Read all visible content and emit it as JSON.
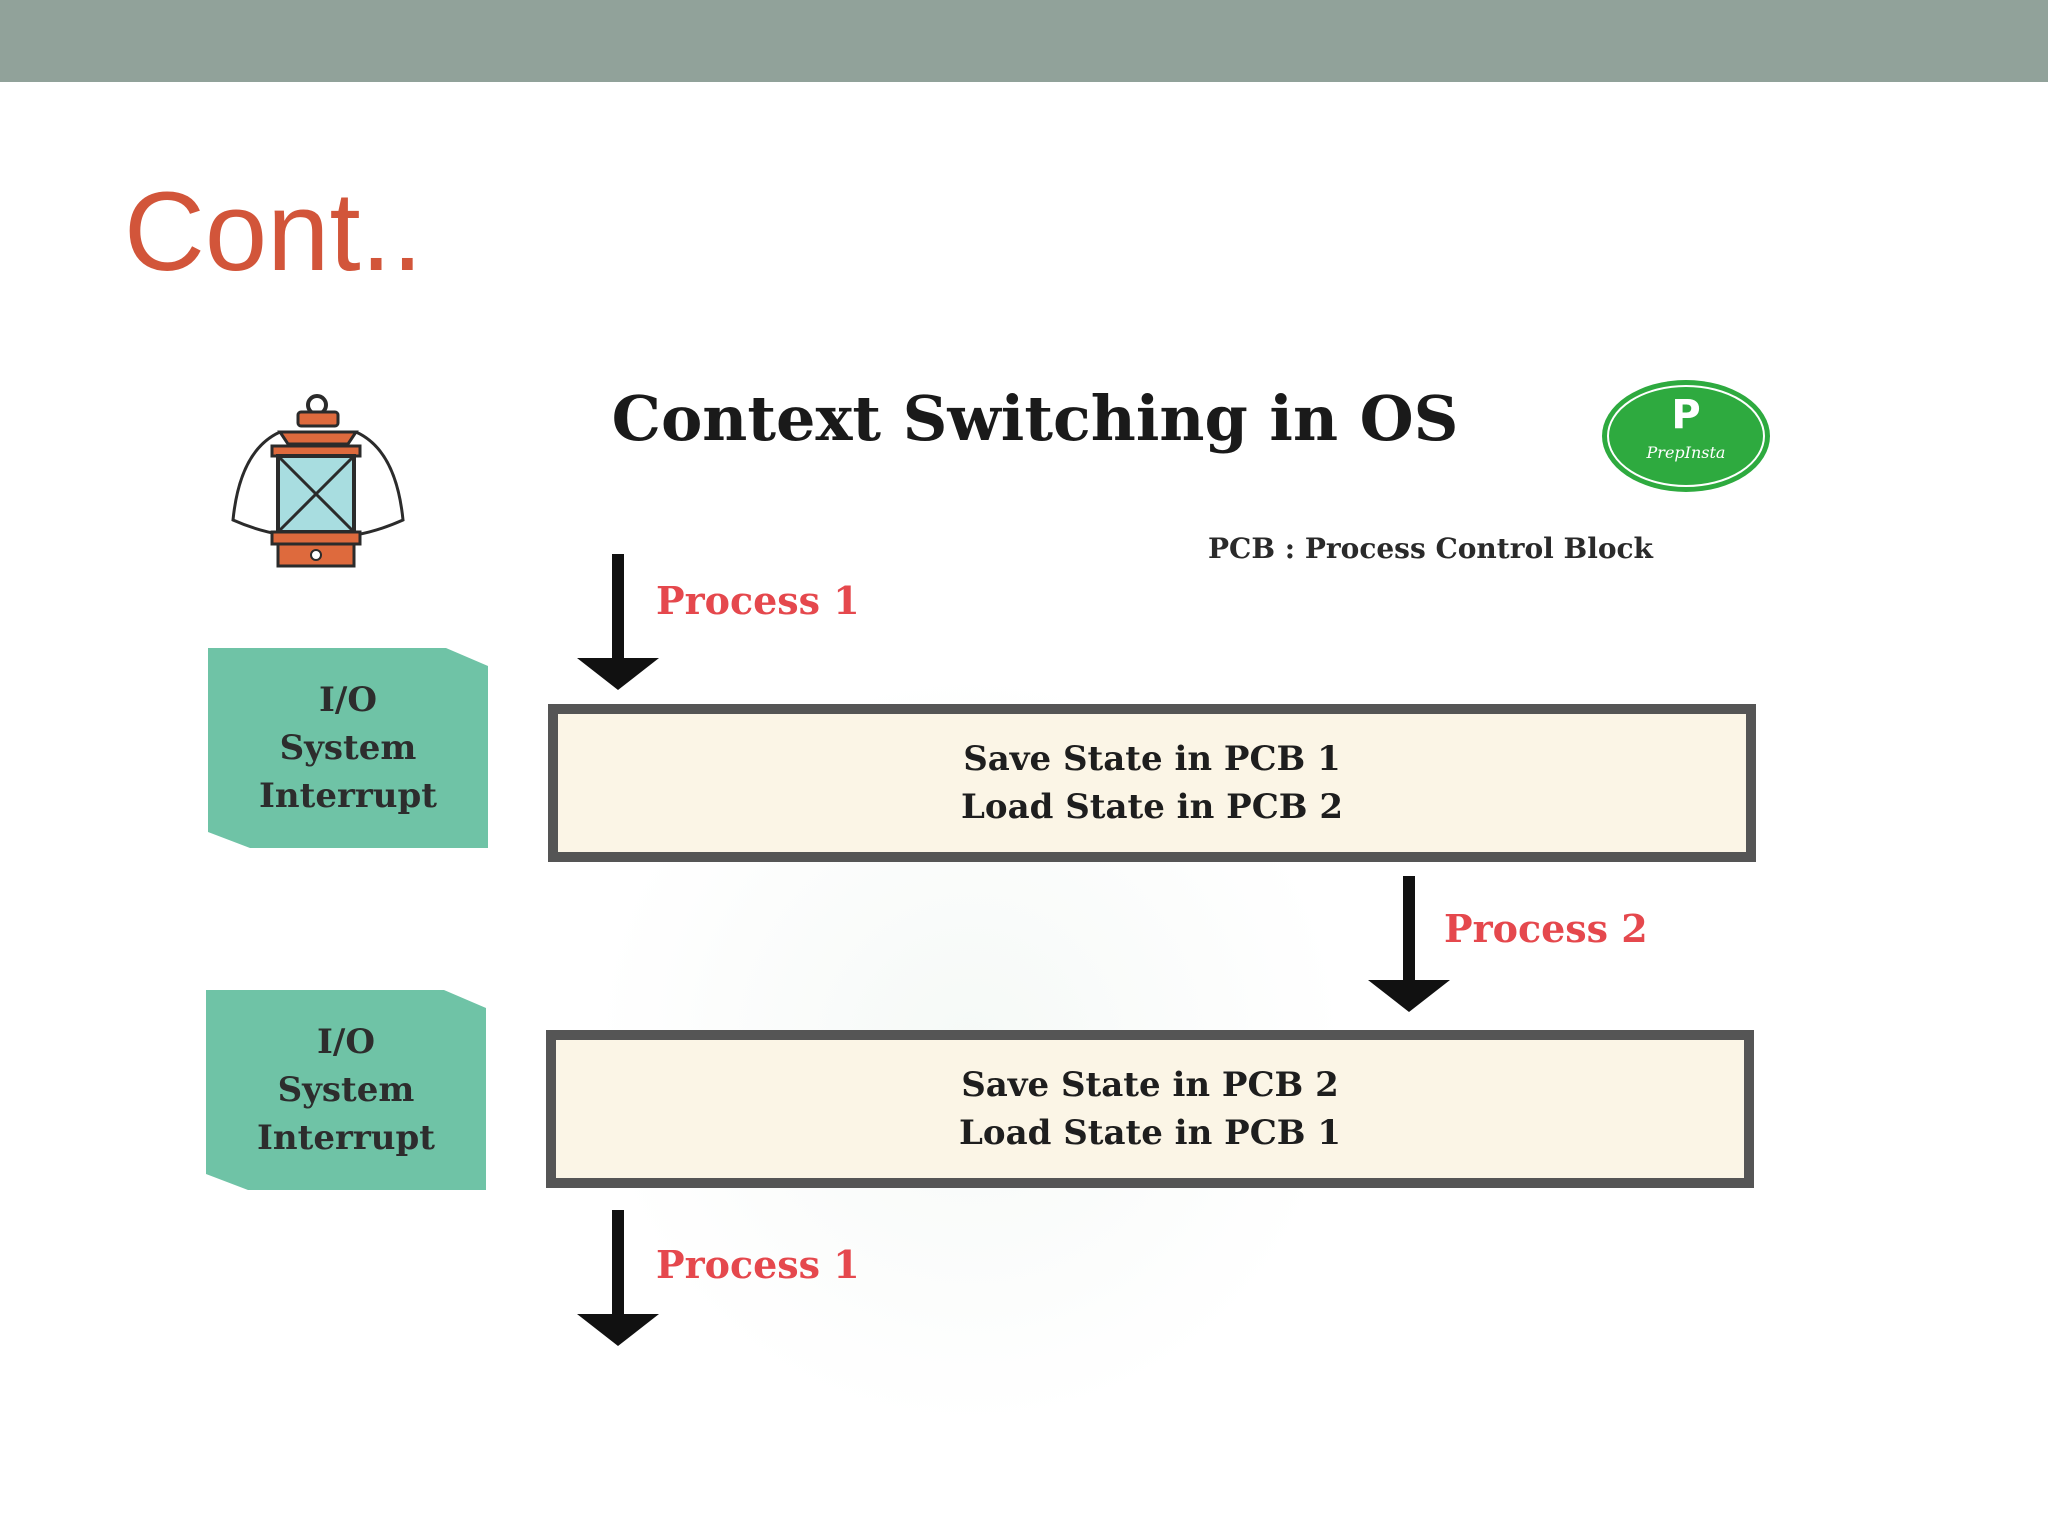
{
  "slide": {
    "title": "Cont.."
  },
  "diagram": {
    "title": "Context Switching in OS",
    "legend": "PCB : Process Control Block",
    "process_labels": [
      "Process 1",
      "Process 2",
      "Process 1"
    ],
    "interrupts": [
      {
        "lines": [
          "I/O",
          "System",
          "Interrupt"
        ]
      },
      {
        "lines": [
          "I/O",
          "System",
          "Interrupt"
        ]
      }
    ],
    "state_boxes": [
      {
        "lines": [
          "Save State in PCB 1",
          "Load State in PCB 2"
        ]
      },
      {
        "lines": [
          "Save State in PCB 2",
          "Load State in PCB 1"
        ]
      }
    ],
    "logo": {
      "letter": "P",
      "wordmark": "PrepInsta"
    }
  },
  "colors": {
    "top_band": "#91a29a",
    "slide_title": "#d2553a",
    "process_label": "#e5484d",
    "interrupt_card": "#6fc3a6",
    "state_box_fill": "#fbf5e6",
    "state_box_border": "#555555",
    "logo_green": "#2eaa3f",
    "lantern_orange": "#de6a3d",
    "lantern_glass": "#a8dde0"
  },
  "icons": {
    "lantern": "lantern-icon",
    "logo": "prepinsta-logo",
    "arrow": "arrow-down-icon"
  }
}
